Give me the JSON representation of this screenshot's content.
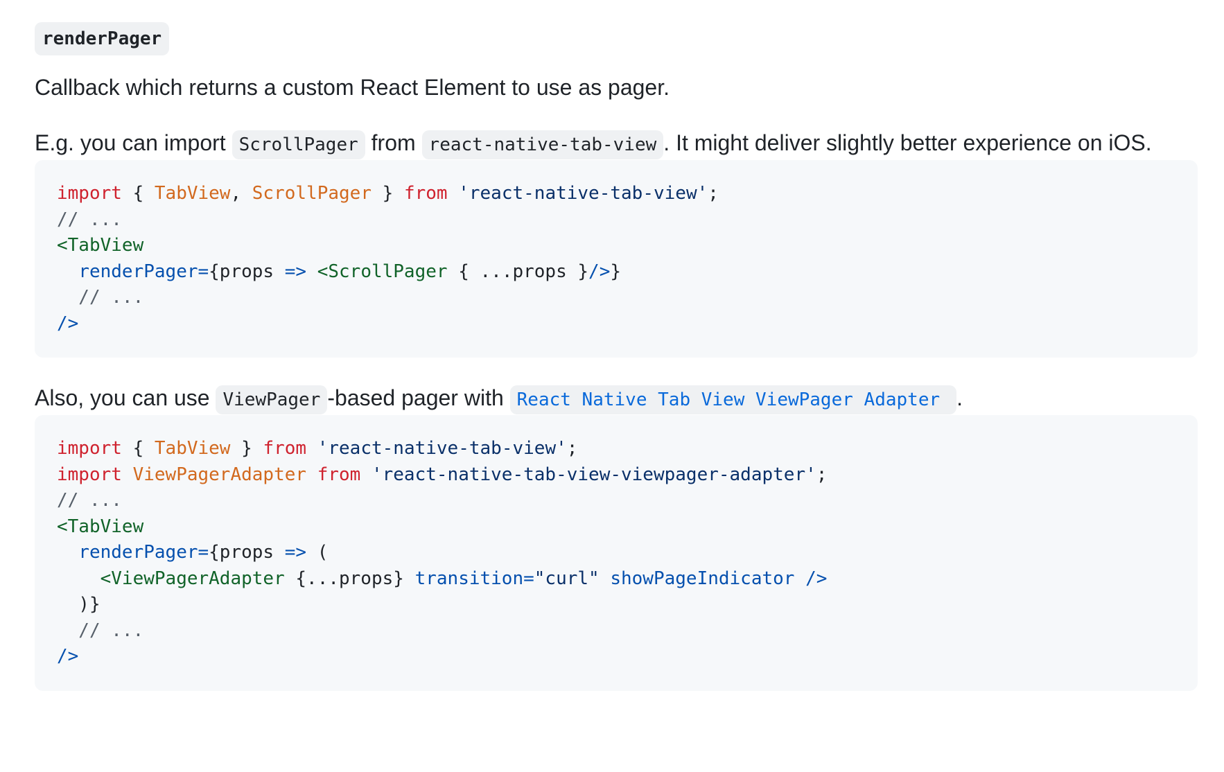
{
  "heading": "renderPager",
  "para1": "Callback which returns a custom React Element to use as pager.",
  "para2": {
    "t1": "E.g. you can import ",
    "code1": "ScrollPager",
    "t2": " from ",
    "code2": "react-native-tab-view",
    "t3": ". It might deliver slightly better experience on iOS."
  },
  "code_block_1": {
    "line1": {
      "import": "import",
      "open": " { ",
      "name1": "TabView",
      "comma": ", ",
      "name2": "ScrollPager",
      "close": " } ",
      "from": "from",
      "space": " ",
      "string": "'react-native-tab-view'",
      "semi": ";"
    },
    "line2": "// ...",
    "line3": "<TabView",
    "line4": {
      "indent": "  ",
      "attr": "renderPager=",
      "brace": "{props ",
      "arrow": "=>",
      "space": " ",
      "tag": "<ScrollPager",
      "spread": " { ...props }",
      "selfclose": "/>",
      "endbrace": "}"
    },
    "line5": "  // ...",
    "line6": "/>"
  },
  "para3": {
    "t1": "Also, you can use ",
    "code1": "ViewPager",
    "t2": "-based pager with ",
    "link": "React Native Tab View ViewPager Adapter",
    "t3": "."
  },
  "code_block_2": {
    "line1": {
      "import": "import",
      "open": " { ",
      "name1": "TabView",
      "close": " } ",
      "from": "from",
      "space": " ",
      "string": "'react-native-tab-view'",
      "semi": ";"
    },
    "line2": {
      "import": "import",
      "space1": " ",
      "name": "ViewPagerAdapter",
      "space2": " ",
      "from": "from",
      "space3": " ",
      "string": "'react-native-tab-view-viewpager-adapter'",
      "semi": ";"
    },
    "line3": "// ...",
    "line4": "<TabView",
    "line5": {
      "indent": "  ",
      "attr": "renderPager=",
      "brace": "{props ",
      "arrow": "=>",
      "paren": " ("
    },
    "line6": {
      "indent": "    ",
      "tag": "<ViewPagerAdapter",
      "spread": " {...props} ",
      "attr1": "transition=",
      "val1": "\"curl\"",
      "space": " ",
      "attr2": "showPageIndicator",
      "selfclose": " />"
    },
    "line7": "  )}",
    "line8": "  // ...",
    "line9": "/>"
  }
}
